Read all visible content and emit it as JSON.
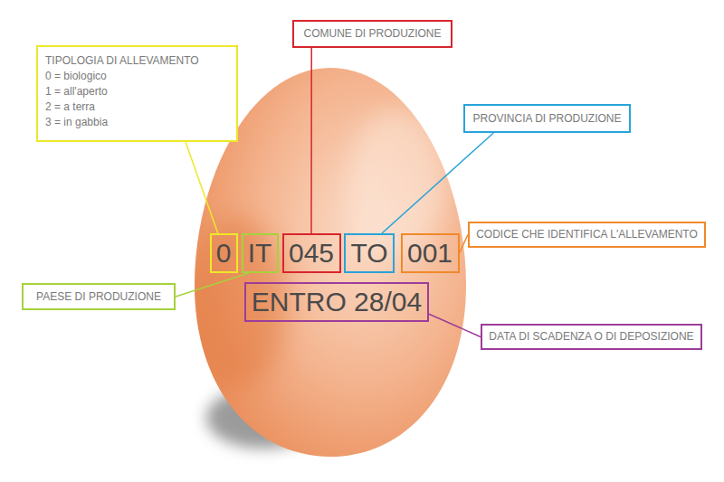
{
  "diagram": {
    "nodes": [
      {
        "text": [
          "TIPOLOGIA DI ALLEVAMENTO",
          "0 = biologico",
          "1 = all'aperto",
          "2 = a terra",
          "3 = in gabbia"
        ]
      },
      {
        "text": [
          "COMUNE DI PRODUZIONE"
        ]
      },
      {
        "text": [
          "PROVINCIA DI PRODUZIONE"
        ]
      },
      {
        "text": [
          "CODICE CHE IDENTIFICA L'ALLEVAMENTO"
        ]
      },
      {
        "text": [
          "0"
        ]
      },
      {
        "text": [
          "IT"
        ]
      },
      {
        "text": [
          "045"
        ]
      },
      {
        "text": [
          "TO"
        ]
      },
      {
        "text": [
          "001"
        ]
      },
      {
        "text": [
          "PAESE DI PRODUZIONE"
        ]
      },
      {
        "text": [
          "ENTRO 28/04"
        ]
      },
      {
        "text": [
          "DATA DI SCADENZA O DI DEPOSIZIONE"
        ]
      }
    ],
    "edges": [
      {
        "from": 4,
        "to": 0,
        "arrow": "none"
      },
      {
        "from": 5,
        "to": 9,
        "arrow": "none"
      },
      {
        "from": 6,
        "to": 1,
        "arrow": "none"
      },
      {
        "from": 7,
        "to": 2,
        "arrow": "none"
      },
      {
        "from": 8,
        "to": 3,
        "arrow": "none"
      },
      {
        "from": 10,
        "to": 11,
        "arrow": "none"
      }
    ]
  }
}
